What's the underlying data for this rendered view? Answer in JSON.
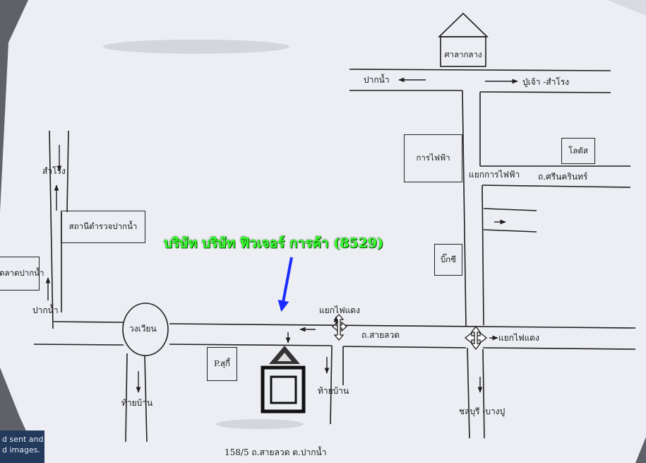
{
  "map": {
    "headline": "บริษัท บริษัท ฟิวเจอร์ การค้า (8529)",
    "address": "158/5  ถ.สายลวด ต.ปากน้ำ",
    "town_hall": "ศาลากลาง",
    "labels": {
      "paknam_top": "ปากน้ำ",
      "pujao": "ปู่เจ้า -สำโรง",
      "samrong": "สำโรง",
      "electric_authority": "การไฟฟ้า",
      "lotus": "โลตัส",
      "electric_junction": "แยกการไฟฟ้า",
      "srinakarin": "ถ.ศรีนครินทร์",
      "police_station": "สถานีตำรวจปากน้ำ",
      "market": "ตลาดปากน้ำ",
      "big_c": "บิ๊กซี",
      "paknam_left": "ปากน้ำ",
      "roundabout": "วงเวียน",
      "traffic_light_mid": "แยกไฟแดง",
      "sailuad": "ถ.สายลวด",
      "traffic_light_right": "แยกไฟแดง",
      "suki": "P.สุกี้",
      "tai_ban_mid": "ท้ายบ้าน",
      "tai_ban_left": "ท้ายบ้าน",
      "chonburi": "ชลบุรี -บางปู"
    }
  },
  "overlay": {
    "caption": "d sent and d images."
  },
  "colors": {
    "paper": "#eceef3",
    "line": "#1e1e1e",
    "headline": "#34ff2c",
    "pointer_arrow": "#1a2cff"
  }
}
